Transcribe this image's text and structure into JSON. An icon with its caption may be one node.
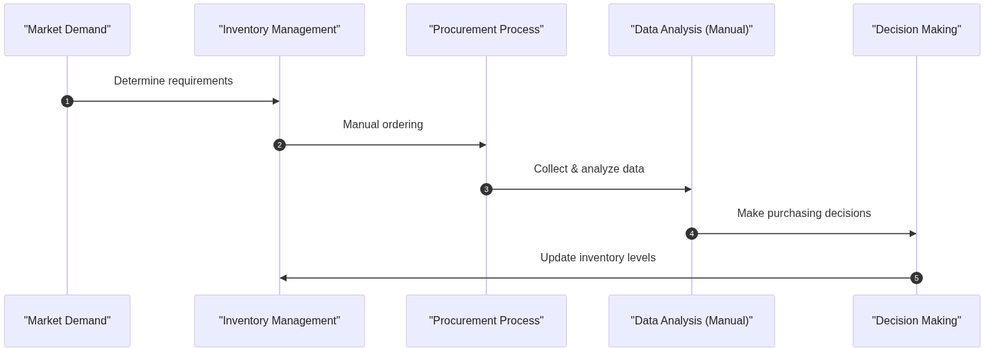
{
  "diagram": {
    "nodes": [
      {
        "text": [
          "\"Market Demand\""
        ]
      },
      {
        "text": [
          "\"Inventory Management\""
        ]
      },
      {
        "text": [
          "\"Procurement Process\""
        ]
      },
      {
        "text": [
          "\"Data Analysis (Manual)\""
        ]
      },
      {
        "text": [
          "\"Decision Making\""
        ]
      },
      {
        "text": [
          "\"Market Demand\""
        ]
      },
      {
        "text": [
          "\"Inventory Management\""
        ]
      },
      {
        "text": [
          "\"Procurement Process\""
        ]
      },
      {
        "text": [
          "\"Data Analysis (Manual)\""
        ]
      },
      {
        "text": [
          "\"Decision Making\""
        ]
      },
      {
        "text": [],
        "shape": "bar"
      },
      {
        "text": [],
        "shape": "bar"
      },
      {
        "text": [],
        "shape": "bar"
      },
      {
        "text": [],
        "shape": "bar"
      },
      {
        "text": [],
        "shape": "bar"
      }
    ],
    "edges": [
      {
        "from": 10,
        "to": 11,
        "arrow": "to",
        "label": "Determine requirements"
      },
      {
        "from": 11,
        "to": 12,
        "arrow": "to",
        "label": "Manual ordering"
      },
      {
        "from": 12,
        "to": 13,
        "arrow": "to",
        "label": "Collect & analyze data"
      },
      {
        "from": 13,
        "to": 14,
        "arrow": "to",
        "label": "Make purchasing decisions"
      },
      {
        "from": 14,
        "to": 11,
        "arrow": "to",
        "label": "Update inventory levels"
      }
    ],
    "labels": [
      "1",
      "2",
      "3",
      "4",
      "5"
    ]
  }
}
